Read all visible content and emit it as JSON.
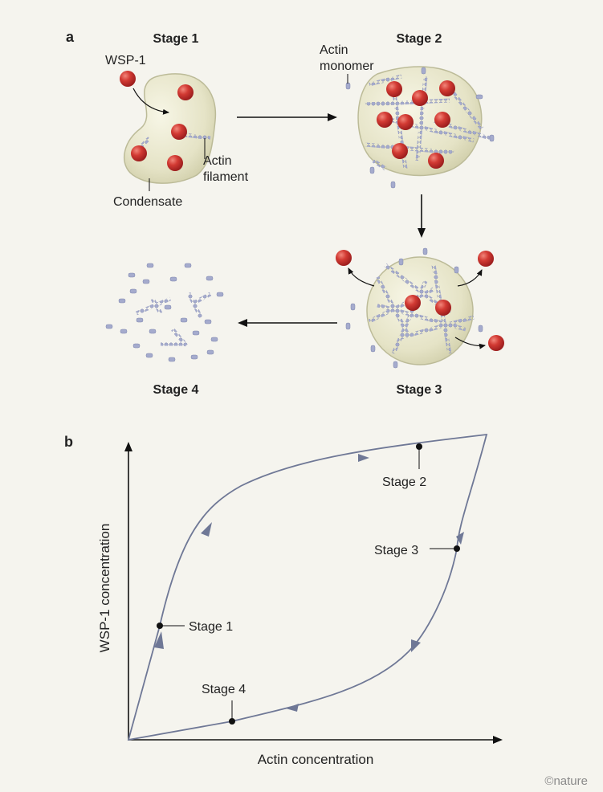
{
  "panel_a": {
    "letter": "a",
    "stages": {
      "stage1": "Stage 1",
      "stage2": "Stage 2",
      "stage3": "Stage 3",
      "stage4": "Stage 4"
    },
    "labels": {
      "wsp1": "WSP-1",
      "actin_monomer_line1": "Actin",
      "actin_monomer_line2": "monomer",
      "actin_filament_line1": "Actin",
      "actin_filament_line2": "filament",
      "condensate": "Condensate"
    }
  },
  "panel_b": {
    "letter": "b",
    "xlabel": "Actin concentration",
    "ylabel": "WSP-1 concentration",
    "points": {
      "stage1": "Stage 1",
      "stage2": "Stage 2",
      "stage3": "Stage 3",
      "stage4": "Stage 4"
    }
  },
  "credit": "©nature",
  "colors": {
    "background": "#f5f4ee",
    "condensate_fill": "#e6e4c8",
    "condensate_edge": "#b9b896",
    "wsp1_red": "#c62a2a",
    "actin_blue": "#9ea4c8",
    "curve": "#6f7896"
  }
}
